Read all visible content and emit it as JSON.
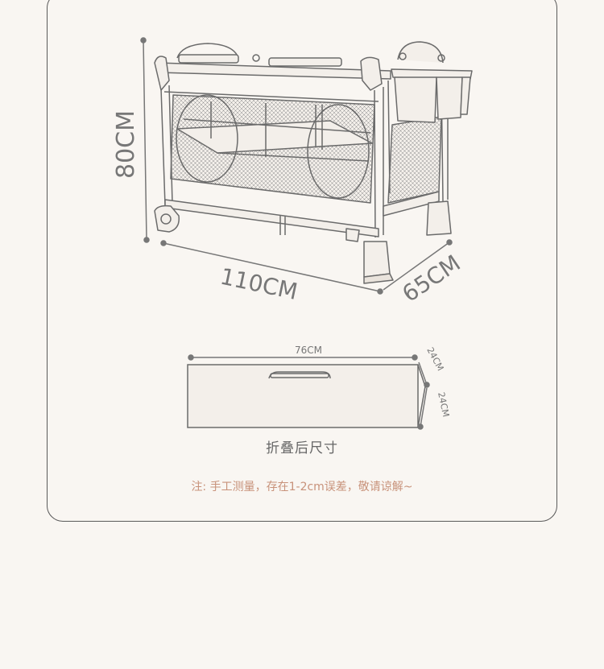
{
  "dimensions": {
    "height": "80CM",
    "length": "110CM",
    "width": "65CM"
  },
  "folded": {
    "length": "76CM",
    "width": "24CM",
    "height": "24CM",
    "label": "折叠后尺寸"
  },
  "note": "注: 手工测量，存在1-2cm误差，敬请谅解~",
  "colors": {
    "background": "#f9f6f2",
    "line": "#6b6b6b",
    "note": "#c8927a"
  }
}
